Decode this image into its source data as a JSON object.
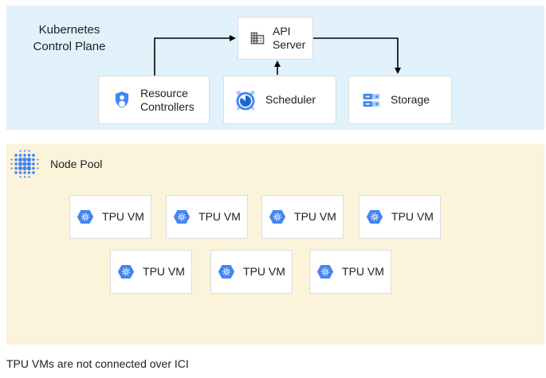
{
  "control_plane": {
    "label": "Kubernetes Control Plane",
    "nodes": {
      "api_server": {
        "label": "API Server",
        "icon": "building-icon"
      },
      "resource_controllers": {
        "label": "Resource Controllers",
        "icon": "shield-user-icon"
      },
      "scheduler": {
        "label": "Scheduler",
        "icon": "alarm-clock-icon"
      },
      "storage": {
        "label": "Storage",
        "icon": "storage-disks-icon"
      }
    },
    "connections": [
      {
        "from": "Resource Controllers",
        "to": "API Server"
      },
      {
        "from": "Scheduler",
        "to": "API Server"
      },
      {
        "from": "API Server",
        "to": "Storage"
      }
    ]
  },
  "node_pool": {
    "label": "Node Pool",
    "icon": "dot-cluster-icon",
    "vms": [
      {
        "label": "TPU VM"
      },
      {
        "label": "TPU VM"
      },
      {
        "label": "TPU VM"
      },
      {
        "label": "TPU VM"
      },
      {
        "label": "TPU VM"
      },
      {
        "label": "TPU VM"
      },
      {
        "label": "TPU VM"
      }
    ]
  },
  "caption": "TPU VMs are not connected over ICI",
  "colors": {
    "panel_blue": "#E1F2FC",
    "panel_yellow": "#FCF3DB",
    "box_border": "#DCDCDC",
    "icon_blue": "#4285F4",
    "icon_blue_light": "#AECBFA",
    "icon_blue_dark": "#1967D2",
    "icon_gray": "#5F6368",
    "text": "#202124",
    "arrow": "#000000"
  }
}
